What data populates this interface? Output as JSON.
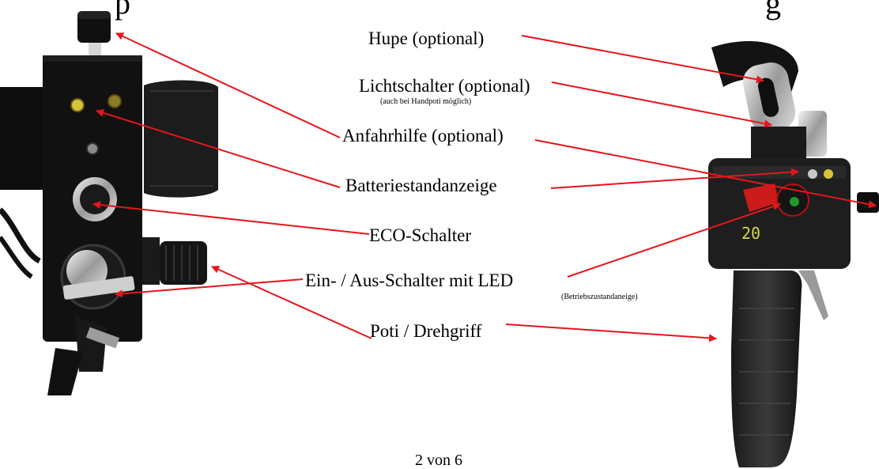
{
  "title": {
    "left_fragment": "p",
    "right_fragment": "g"
  },
  "labels": {
    "hupe": "Hupe (optional)",
    "lichtschalter": "Lichtschalter (optional)",
    "lichtschalter_note": "(auch bei Handpoti möglich)",
    "anfahrhilfe": "Anfahrhilfe (optional)",
    "batterie": "Batteriestandanzeige",
    "eco": "ECO-Schalter",
    "einaus": "Ein- / Aus-Schalter mit LED",
    "einaus_note": "(Betriebszustandaneige)",
    "poti": "Poti / Drehgriff"
  },
  "display_number": "20",
  "footer": "2 von 6",
  "colors": {
    "arrow": "#e4161b",
    "housing": "#111111",
    "grip": "#2a2a2a",
    "led_yellow": "#d8c23a",
    "led_green": "#1f9a2a",
    "display_text": "#d8d84a"
  }
}
